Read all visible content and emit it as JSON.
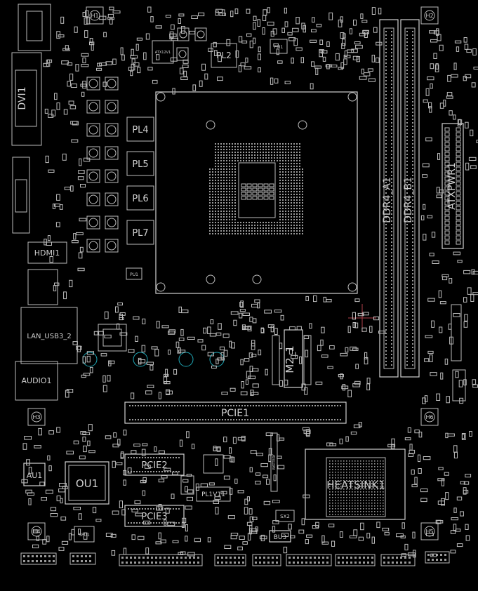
{
  "board": {
    "labels": {
      "pl2": "PL2",
      "pl4": "PL4",
      "pl5": "PL5",
      "pl6": "PL6",
      "pl7": "PL7",
      "dimm_a": "DDR4_A1",
      "dimm_b": "DDR4_B1",
      "atx_power": "ATXPWR1",
      "hdmi": "HDMI1",
      "lan": "LAN_USB3_2",
      "audio": "AUDIO1",
      "m2": "M2_1",
      "pcie1": "PCIE1",
      "pcie2": "PCIE2",
      "pcie3": "PCIE3",
      "battery": "BATTERY",
      "heatsink": "HEATSINK1",
      "au1": "AU1",
      "ou1": "OU1",
      "pl1v1": "PL1V11",
      "bu3": "BU3",
      "sx2": "SX2",
      "spu1": "SPU1",
      "atx12v": "ATX12V1",
      "pm1": "PM1",
      "pu1": "PU1",
      "h1": "H1",
      "h2": "H2",
      "h3": "H3",
      "h4": "H4",
      "h5": "H5",
      "h6": "H6"
    }
  },
  "colors": {
    "background": "#000000",
    "outline": "#bdbdbd",
    "via": "#1fa9b8",
    "marker": "#b0404a"
  }
}
